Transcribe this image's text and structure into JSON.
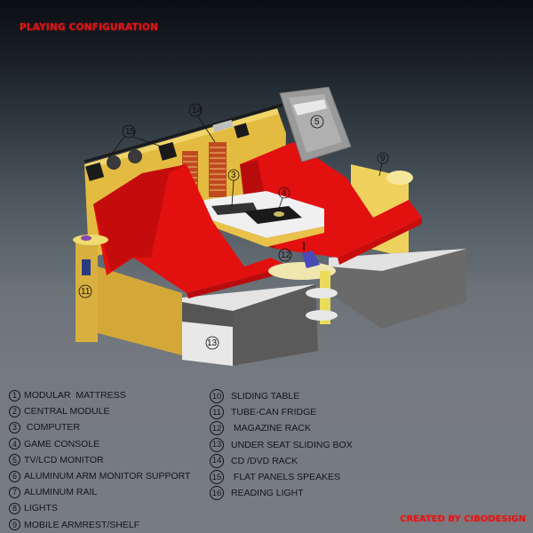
{
  "title": "PLAYING CONFIGURATION",
  "credit": "CREATED BY CIBODESIGN",
  "colors": {
    "title_red": "#e01515",
    "mattress_red": "#e01010",
    "frame_yellow": "#e8c24a",
    "box_gray": "#5a5a5a",
    "box_white": "#e6e6e6",
    "monitor_gray": "#9a9a9a"
  },
  "legend": {
    "left": [
      {
        "num": "1",
        "label": "MODULAR  MATTRESS"
      },
      {
        "num": "2",
        "label": "CENTRAL MODULE"
      },
      {
        "num": "3",
        "label": " COMPUTER"
      },
      {
        "num": "4",
        "label": "GAME CONSOLE"
      },
      {
        "num": "5",
        "label": "TV/LCD MONITOR"
      },
      {
        "num": "6",
        "label": "ALUMINUM ARM MONITOR SUPPORT"
      },
      {
        "num": "7",
        "label": "ALUMINUM RAIL"
      },
      {
        "num": "8",
        "label": "LIGHTS"
      },
      {
        "num": "9",
        "label": "MOBILE ARMREST/SHELF"
      }
    ],
    "right": [
      {
        "num": "10",
        "label": "SLIDING TABLE"
      },
      {
        "num": "11",
        "label": "TUBE-CAN FRIDGE"
      },
      {
        "num": "12",
        "label": " MAGAZINE RACK"
      },
      {
        "num": "13",
        "label": "UNDER SEAT SLIDING BOX"
      },
      {
        "num": "14",
        "label": "CD /DVD RACK"
      },
      {
        "num": "15",
        "label": " FLAT PANELS SPEAKES"
      },
      {
        "num": "16",
        "label": "READING LIGHT"
      }
    ]
  },
  "callouts": {
    "c3": "3",
    "c4": "4",
    "c5": "5",
    "c9": "9",
    "c11": "11",
    "c12": "12",
    "c13": "13",
    "c14": "14",
    "c15": "15"
  }
}
